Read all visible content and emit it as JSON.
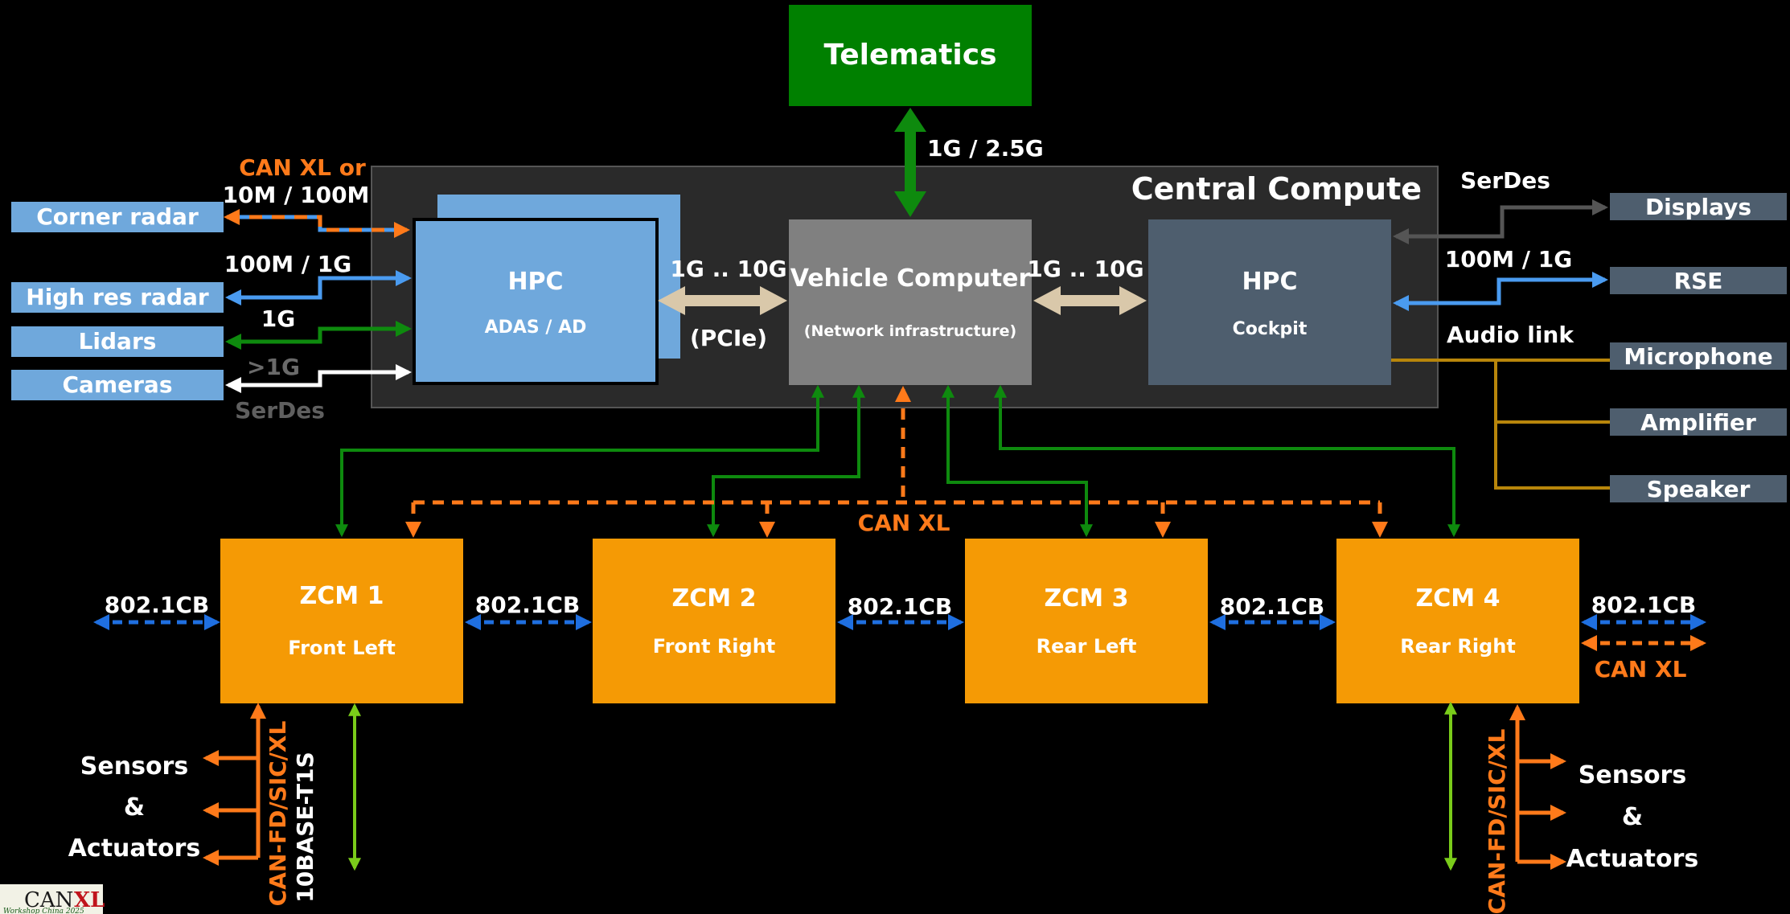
{
  "colors": {
    "background": "#000000",
    "telematics": "#008000",
    "hpc_adas": "#6FA8DC",
    "vehicle_computer": "#808080",
    "hpc_cockpit": "#4E5E6E",
    "central_compute": "#2A2A2A",
    "zcm": "#F59A05",
    "can_xl": "#FF7A1A",
    "ethernet_green": "#0E8A0E",
    "tsn_blue": "#1F6FE0",
    "audio_link": "#B8860B",
    "link_beige": "#D9C8AA",
    "t1s_green": "#7ACC1A",
    "serdes_grey": "#555555"
  },
  "telematics": {
    "label": "Telematics",
    "link_label": "1G / 2.5G"
  },
  "central_compute": {
    "title": "Central Compute"
  },
  "hpc_adas": {
    "title": "HPC",
    "subtitle": "ADAS / AD"
  },
  "vehicle_computer": {
    "title": "Vehicle Computer",
    "subtitle": "(Network infrastructure)"
  },
  "hpc_cockpit": {
    "title": "HPC",
    "subtitle": "Cockpit"
  },
  "links": {
    "adas_vc_speed": "1G .. 10G",
    "adas_vc_protocol": "(PCIe)",
    "vc_cockpit_speed": "1G .. 10G",
    "can_xl_backbone": "CAN XL",
    "tsn": "802.1CB",
    "can_xl_right": "CAN XL"
  },
  "left_sensors": {
    "corner_radar": {
      "label": "Corner radar",
      "link_top": "CAN XL or",
      "link_bottom": "10M / 100M"
    },
    "high_res_radar": {
      "label": "High res radar",
      "link": "100M / 1G"
    },
    "lidars": {
      "label": "Lidars",
      "link": "1G"
    },
    "cameras": {
      "label": "Cameras",
      "link_top": ">1G",
      "link_bottom": "SerDes"
    }
  },
  "right_devices": {
    "serdes_label": "SerDes",
    "displays": "Displays",
    "rse_link": "100M / 1G",
    "rse": "RSE",
    "audio_link": "Audio link",
    "microphone": "Microphone",
    "amplifier": "Amplifier",
    "speaker": "Speaker"
  },
  "zcms": [
    {
      "title": "ZCM 1",
      "subtitle": "Front Left"
    },
    {
      "title": "ZCM 2",
      "subtitle": "Front Right"
    },
    {
      "title": "ZCM 3",
      "subtitle": "Rear Left"
    },
    {
      "title": "ZCM 4",
      "subtitle": "Rear Right"
    }
  ],
  "bottom_left": {
    "sensors": "Sensors",
    "amp": "&",
    "actuators": "Actuators",
    "can_label": "CAN-FD/SIC/XL",
    "t1s_label": "10BASE-T1S"
  },
  "bottom_right": {
    "sensors": "Sensors",
    "amp": "&",
    "actuators": "Actuators",
    "can_label": "CAN-FD/SIC/XL"
  },
  "logo": {
    "text_a": "CAN",
    "text_b": "XL",
    "caption": "Workshop China 2025"
  }
}
